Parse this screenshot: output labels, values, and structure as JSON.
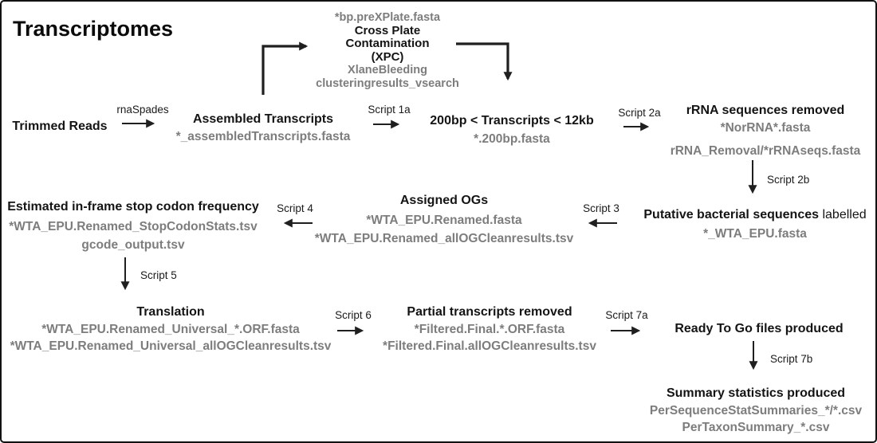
{
  "title": "Transcriptomes",
  "nodes": {
    "trimmed_reads": {
      "title": "Trimmed Reads"
    },
    "assembled_transcripts": {
      "title": "Assembled Transcripts",
      "files": [
        "*_assembledTranscripts.fasta"
      ]
    },
    "cross_plate_contamination": {
      "input_file": "*bp.preXPlate.fasta",
      "title_lines": [
        "Cross Plate",
        "Contamination",
        "(XPC)"
      ],
      "files": [
        "XlaneBleeding",
        "clusteringresults_vsearch"
      ]
    },
    "size_filtered": {
      "title": "200bp < Transcripts < 12kb",
      "files": [
        "*.200bp.fasta"
      ]
    },
    "rrna_removed": {
      "title": "rRNA sequences removed",
      "files": [
        "*NorRNA*.fasta",
        "rRNA_Removal/*rRNAseqs.fasta"
      ]
    },
    "putative_bacterial": {
      "title_bold": "Putative bacterial sequences",
      "title_regular": "labelled",
      "files": [
        "*_WTA_EPU.fasta"
      ]
    },
    "assigned_ogs": {
      "title": "Assigned OGs",
      "files": [
        "*WTA_EPU.Renamed.fasta",
        "*WTA_EPU.Renamed_allOGCleanresults.tsv"
      ]
    },
    "stop_codon_frequency": {
      "title": "Estimated in-frame stop codon frequency",
      "files": [
        "*WTA_EPU.Renamed_StopCodonStats.tsv",
        "gcode_output.tsv"
      ]
    },
    "translation": {
      "title": "Translation",
      "files": [
        "*WTA_EPU.Renamed_Universal_*.ORF.fasta",
        "*WTA_EPU.Renamed_Universal_allOGCleanresults.tsv"
      ]
    },
    "partial_removed": {
      "title": "Partial transcripts removed",
      "files": [
        "*Filtered.Final.*.ORF.fasta",
        "*Filtered.Final.allOGCleanresults.tsv"
      ]
    },
    "ready_to_go": {
      "title": "Ready To Go files produced"
    },
    "summary_statistics": {
      "title": "Summary statistics produced",
      "files": [
        "PerSequenceStatSummaries_*/*.csv",
        "PerTaxonSummary_*.csv"
      ]
    }
  },
  "edge_labels": {
    "rnaspades": "rnaSpades",
    "script_1a": "Script 1a",
    "script_2a": "Script 2a",
    "script_2b": "Script 2b",
    "script_3": "Script 3",
    "script_4": "Script 4",
    "script_5": "Script 5",
    "script_6": "Script 6",
    "script_7a": "Script 7a",
    "script_7b": "Script 7b"
  },
  "colors": {
    "heading_text": "#141414",
    "file_text": "#7d7d7d",
    "arrow": "#1f1f1f",
    "background": "#ffffff",
    "border": "#111111"
  }
}
